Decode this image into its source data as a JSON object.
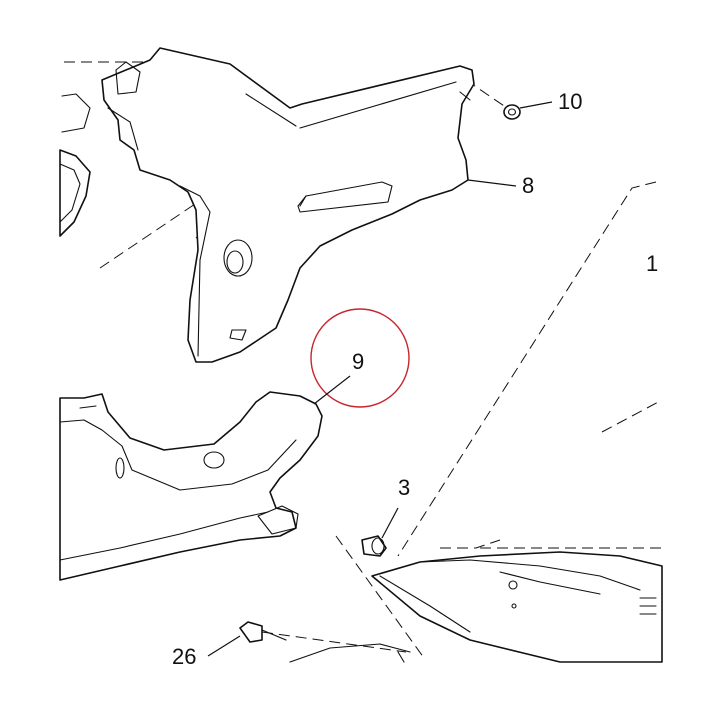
{
  "diagram": {
    "callouts": [
      {
        "id": "c10",
        "label": "10"
      },
      {
        "id": "c8",
        "label": "8"
      },
      {
        "id": "c1",
        "label": "1"
      },
      {
        "id": "c9",
        "label": "9"
      },
      {
        "id": "c3",
        "label": "3"
      },
      {
        "id": "c26",
        "label": "26"
      }
    ],
    "highlighted_part": "9",
    "highlight_color": "#c8242b",
    "line_color": "#111111"
  }
}
